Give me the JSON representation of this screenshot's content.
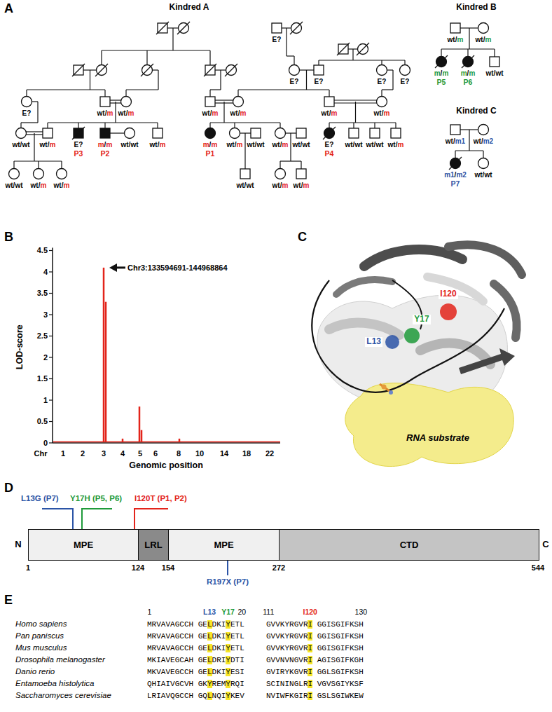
{
  "diagram": {
    "nodes": [
      {
        "text": [
          "MPE"
        ]
      },
      {
        "text": [
          "LRL"
        ]
      },
      {
        "text": [
          "MPE"
        ]
      },
      {
        "text": [
          "CTD"
        ]
      }
    ],
    "labels": [
      "A",
      "Kindred A",
      "E?",
      "E?",
      "E?",
      "E?",
      "E?",
      "E?",
      "wt/m",
      "wt/m",
      "wt/m",
      "wt/m",
      "wt/m",
      "wt/m",
      "wt/wt",
      "wt/m",
      "E?",
      "P3",
      "m/m",
      "P2",
      "wt/wt",
      "wt/m",
      "m/m",
      "P1",
      "wt/m",
      "wt/wt",
      "wt/m",
      "wt/wt",
      "E?",
      "P4",
      "wt/wt",
      "wt/wt",
      "wt/m",
      "wt/wt",
      "wt/m",
      "wt/m",
      "wt/wt",
      "wt/m",
      "wt/m",
      "Kindred B",
      "wt/m",
      "wt/m",
      "m/m",
      "P5",
      "m/m",
      "P6",
      "wt/wt",
      "Kindred C",
      "wt/m1",
      "wt/m2",
      "m1/m2",
      "P7",
      "wt/wt",
      "B",
      "0",
      "0.5",
      "1",
      "1.5",
      "2",
      "2.5",
      "3",
      "3.5",
      "4",
      "4.5",
      "LOD-score",
      "Chr",
      "1",
      "2",
      "3",
      "4",
      "5",
      "6",
      "8",
      "10",
      "14",
      "18",
      "22",
      "Genomic position",
      "Chr3:133594691-144968864",
      "C",
      "L13",
      "Y17",
      "I120",
      "RNA substrate",
      "D",
      "L13G (P7)",
      "Y17H (P5, P6)",
      "I120T (P1, P2)",
      "N",
      "C",
      "1",
      "124",
      "154",
      "272",
      "544",
      "R197X (P7)",
      "E",
      "1",
      "L13",
      "Y17",
      "20",
      "111",
      "I120",
      "130",
      "Homo sapiens",
      "MRVAVAGCCH GELDKIYETL",
      "GVVKYRGVRI GGISGIFKSH",
      "Pan paniscus",
      "MRVAVAGCCH GELDKIYETL",
      "GVVKYRGVRI GGISGIFKSH",
      "Mus musculus",
      "MRVAVAGCCH GELDKIYETL",
      "GVVKYRGVRI GGISGIFKSH",
      "Drosophila melanogaster",
      "MKIAVEGCAH GELDRIYDTI",
      "GVVNVNGVRI AGISGIFKGH",
      "Danio rerio",
      "MKVAVEGCCH GELDKIYESI",
      "GVIRYKGVRI GGLSGIFKSH",
      "Entamoeba histolytica",
      "QHIAIVGCVH GKYREMYRQI",
      "SCININGLRI VGVSGIYKSF",
      "Saccharomyces cerevisiae",
      "LRIAVQGCCH GQLNQIYKEV",
      "NVIWFKGIRI GSLSGIWKEW"
    ]
  }
}
